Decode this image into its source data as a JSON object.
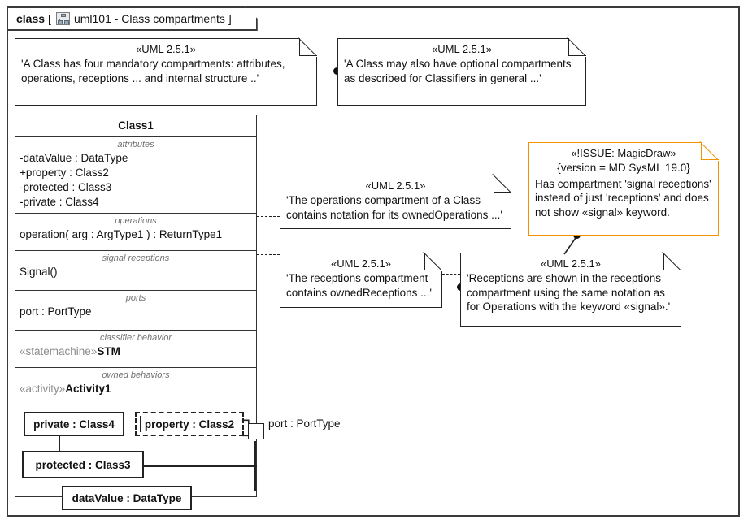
{
  "frame": {
    "kind": "class",
    "bracket_open": "[",
    "bracket_close": "]",
    "icon": "class-diagram-icon",
    "title": "uml101 - Class compartments"
  },
  "colors": {
    "issue_accent": "#F29200",
    "line": "#222222",
    "compartment_label": "#707070",
    "keyword": "#8c8c8c"
  },
  "class_box": {
    "name": "Class1",
    "compartments": [
      {
        "label": "attributes",
        "items": [
          "-dataValue : DataType",
          "+property : Class2",
          "-protected : Class3",
          "-private : Class4"
        ]
      },
      {
        "label": "operations",
        "items": [
          "operation( arg : ArgType1 ) : ReturnType1"
        ]
      },
      {
        "label": "signal receptions",
        "items": [
          "Signal()"
        ]
      },
      {
        "label": "ports",
        "items": [
          "port : PortType"
        ]
      },
      {
        "label": "classifier behavior",
        "items": [
          {
            "keyword": "«statemachine»",
            "name": "STM"
          }
        ]
      },
      {
        "label": "owned behaviors",
        "items": [
          {
            "keyword": "«activity»",
            "name": "Activity1"
          }
        ]
      }
    ],
    "internal_structure": {
      "parts": [
        {
          "text": "private : Class4",
          "style": "solid"
        },
        {
          "text": "property : Class2",
          "style": "dashed",
          "left_bar": "|",
          "right_bracket_top": "┐",
          "right_bracket_bottom": "┘"
        },
        {
          "text": "protected : Class3",
          "style": "solid"
        },
        {
          "text": "dataValue : DataType",
          "style": "solid"
        }
      ],
      "port": {
        "label": "port : PortType",
        "shape": "square"
      }
    }
  },
  "notes": [
    {
      "id": "note-class-mandatory-compartments",
      "stereotype": "«UML 2.5.1»",
      "lines": [
        "'A Class has four mandatory compartments: attributes,",
        "operations, receptions ... and internal structure ..'"
      ]
    },
    {
      "id": "note-class-optional-compartments",
      "stereotype": "«UML 2.5.1»",
      "lines": [
        "'A Class may also have optional compartments",
        "as described for Classifiers in general ...'"
      ]
    },
    {
      "id": "note-operations-compartment",
      "stereotype": "«UML 2.5.1»",
      "lines": [
        "'The operations compartment of a Class",
        "contains notation for its ownedOperations ...'"
      ]
    },
    {
      "id": "note-receptions-compartment",
      "stereotype": "«UML 2.5.1»",
      "lines": [
        "'The receptions compartment",
        "contains ownedReceptions ...'"
      ]
    },
    {
      "id": "note-receptions-notation",
      "stereotype": "«UML 2.5.1»",
      "lines": [
        "'Receptions are shown in the receptions",
        "compartment using the same notation as",
        "for Operations with the keyword «signal».'"
      ]
    },
    {
      "id": "note-issue-magicdraw",
      "stereotype": "«!ISSUE: MagicDraw»",
      "version": "{version = MD SysML 19.0}",
      "lines": [
        "Has compartment 'signal receptions'",
        "instead of just 'receptions' and does",
        "not show «signal» keyword."
      ]
    }
  ]
}
